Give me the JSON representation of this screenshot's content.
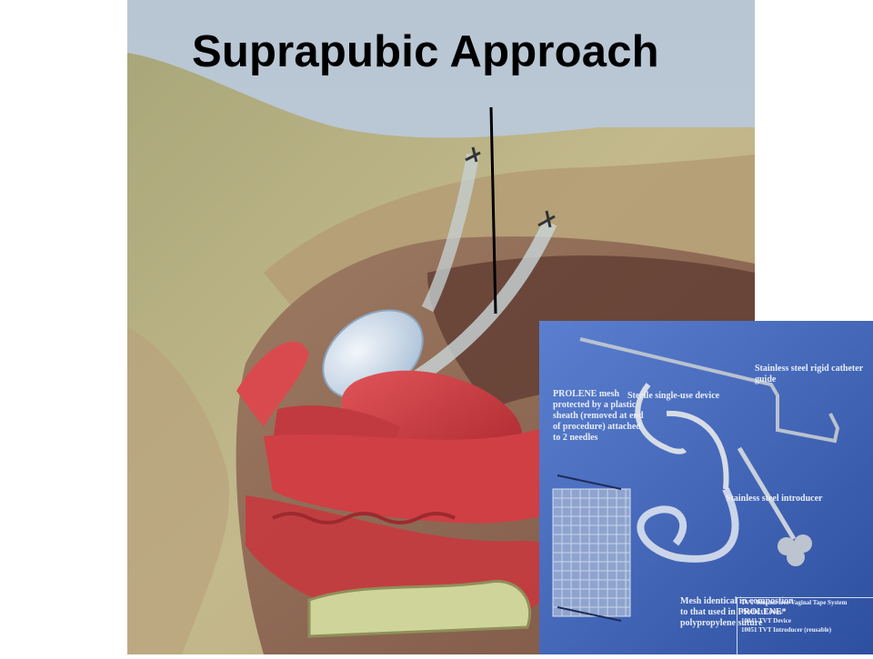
{
  "slide": {
    "title": "Suprapubic Approach"
  },
  "illustration": {
    "subject": "suprapubic-approach-anatomy-illustration"
  },
  "product_photo": {
    "captions": {
      "catheter_guide": "Stainless steel rigid catheter guide",
      "prolene_mesh": "PROLENE mesh\nprotected by a plastic\nsheath (removed at end\nof procedure) attached\nto 2 needles",
      "single_use_device": "Sterile single-use device",
      "introducer": "Stainless steel introducer",
      "mesh_note": "Mesh identical in compostion\nto that used in PROLENE*\npolypropylene suture",
      "system_name": "TVT Tension-free Vaginal Tape System",
      "product_codes_label": "Product Codes:",
      "code_1": "10041 TVT Device",
      "code_2": "10051 TVT Introducer (reusable)"
    }
  },
  "colors": {
    "background": "#ffffff",
    "skin": "#c9b98a",
    "tissue": "#8a5a48",
    "organ_red": "#c8333b",
    "bladder": "#d8e4f0",
    "photo_blue": "#3e62b8"
  }
}
